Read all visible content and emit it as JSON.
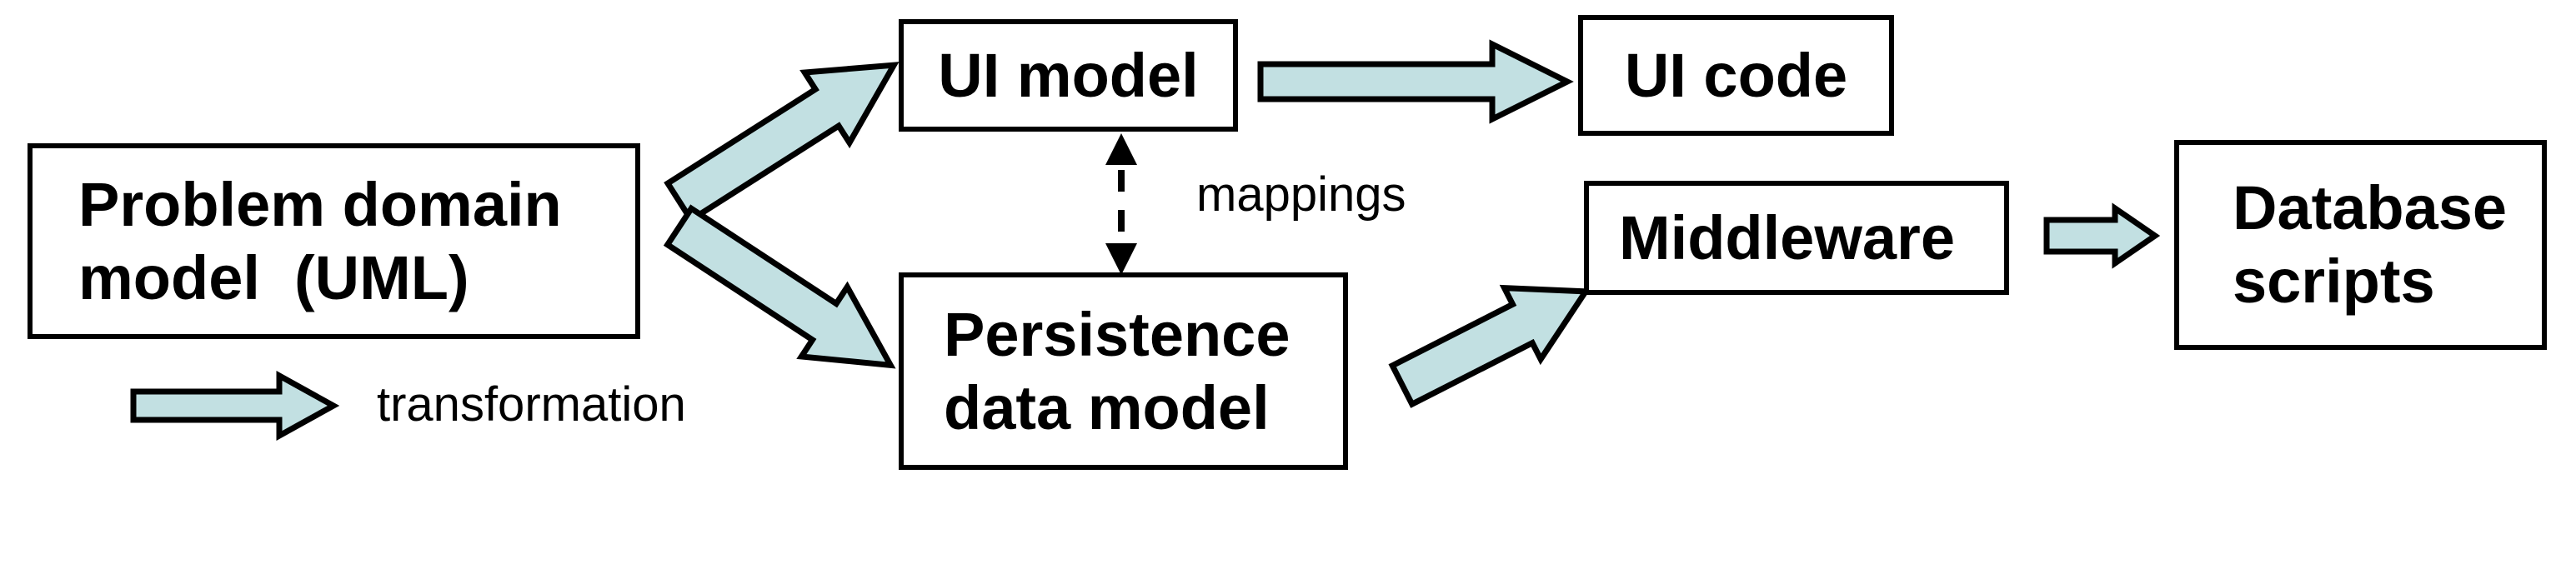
{
  "diagram": {
    "background_color": "#ffffff",
    "arrow_fill_color": "#c2e0e2",
    "outline_color": "#000000",
    "nodes": {
      "problem_domain": {
        "line1": "Problem domain",
        "line2": "model  (UML)"
      },
      "ui_model": {
        "line1": "UI model"
      },
      "ui_code": {
        "line1": "UI code"
      },
      "persistence": {
        "line1": "Persistence",
        "line2": "data model"
      },
      "middleware": {
        "line1": "Middleware"
      },
      "database_scripts": {
        "line1": "Database",
        "line2": "scripts"
      }
    },
    "annotations": {
      "mappings": "mappings",
      "legend_label": "transformation"
    },
    "edges": [
      {
        "from": "problem_domain",
        "to": "ui_model",
        "type": "transformation"
      },
      {
        "from": "problem_domain",
        "to": "persistence",
        "type": "transformation"
      },
      {
        "from": "ui_model",
        "to": "ui_code",
        "type": "transformation"
      },
      {
        "from": "ui_model",
        "to": "persistence",
        "type": "mappings",
        "style": "dashed-double-arrow"
      },
      {
        "from": "persistence",
        "to": "middleware",
        "type": "transformation"
      },
      {
        "from": "middleware",
        "to": "database_scripts",
        "type": "transformation"
      }
    ]
  }
}
